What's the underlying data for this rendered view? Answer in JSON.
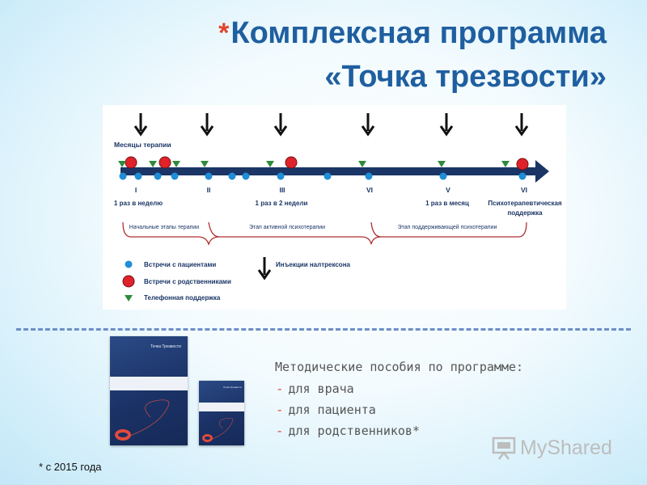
{
  "title": {
    "star": "*",
    "line1": "Комплексная программа",
    "line2": "«Точка трезвости»"
  },
  "diagram": {
    "months_label": "Месяцы терапии",
    "roman_labels": [
      "I",
      "II",
      "III",
      "VI",
      "V",
      "VI"
    ],
    "frequency_labels": {
      "weekly": "1 раз в неделю",
      "biweekly": "1 раз в 2 недели",
      "monthly": "1 раз в месяц",
      "support_line1": "Психотерапевтическая",
      "support_line2": "поддержка"
    },
    "stage_labels": [
      "Начальные этапы терапии",
      "Этап активной психотерапии",
      "Этап поддерживающей психотерапии"
    ],
    "legend": {
      "patients": "Встречи с пациентами",
      "relatives": "Встречи с родственниками",
      "phone": "Телефонная поддержка",
      "injections": "Инъекции налтрексона"
    },
    "colors": {
      "timeline": "#1a3566",
      "patient_dot": "#1f8ed6",
      "relative_dot": "#e0222a",
      "phone_marker": "#2e8b3a",
      "bracket": "#b03030"
    }
  },
  "books": {
    "big_title": "Точка Трезвости",
    "small_title": "Точка Трезвости"
  },
  "guides": {
    "heading": "Методические пособия по программе:",
    "items": [
      "для врача",
      "для пациента",
      "для родственников*"
    ],
    "dash": "-"
  },
  "footnote": "* с 2015 года",
  "logo": "MyShared"
}
